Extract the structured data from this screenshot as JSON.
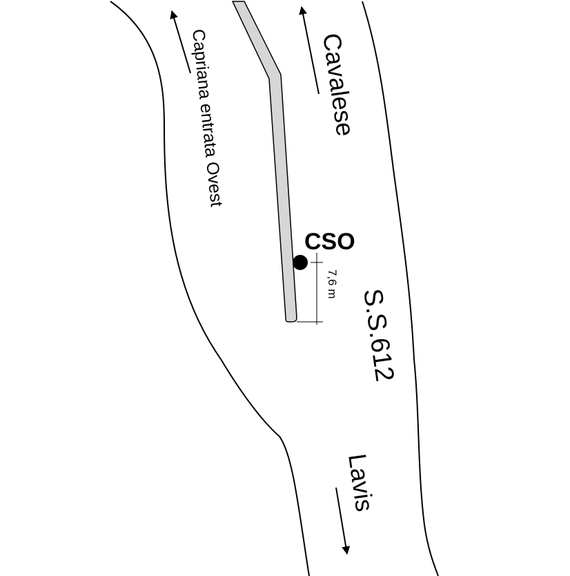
{
  "map": {
    "labels": {
      "road_name": "S.S.612",
      "marker": "CSO",
      "distance": "7,6 m",
      "direction_north_right": "Cavalese",
      "direction_north_left": "Capriana entrata Ovest",
      "direction_south": "Lavis"
    },
    "colors": {
      "line": "#000000",
      "barrier_fill": "#d6d6d6",
      "background": "#ffffff"
    },
    "icons": {
      "station": "filled-circle",
      "direction": "arrow"
    }
  }
}
